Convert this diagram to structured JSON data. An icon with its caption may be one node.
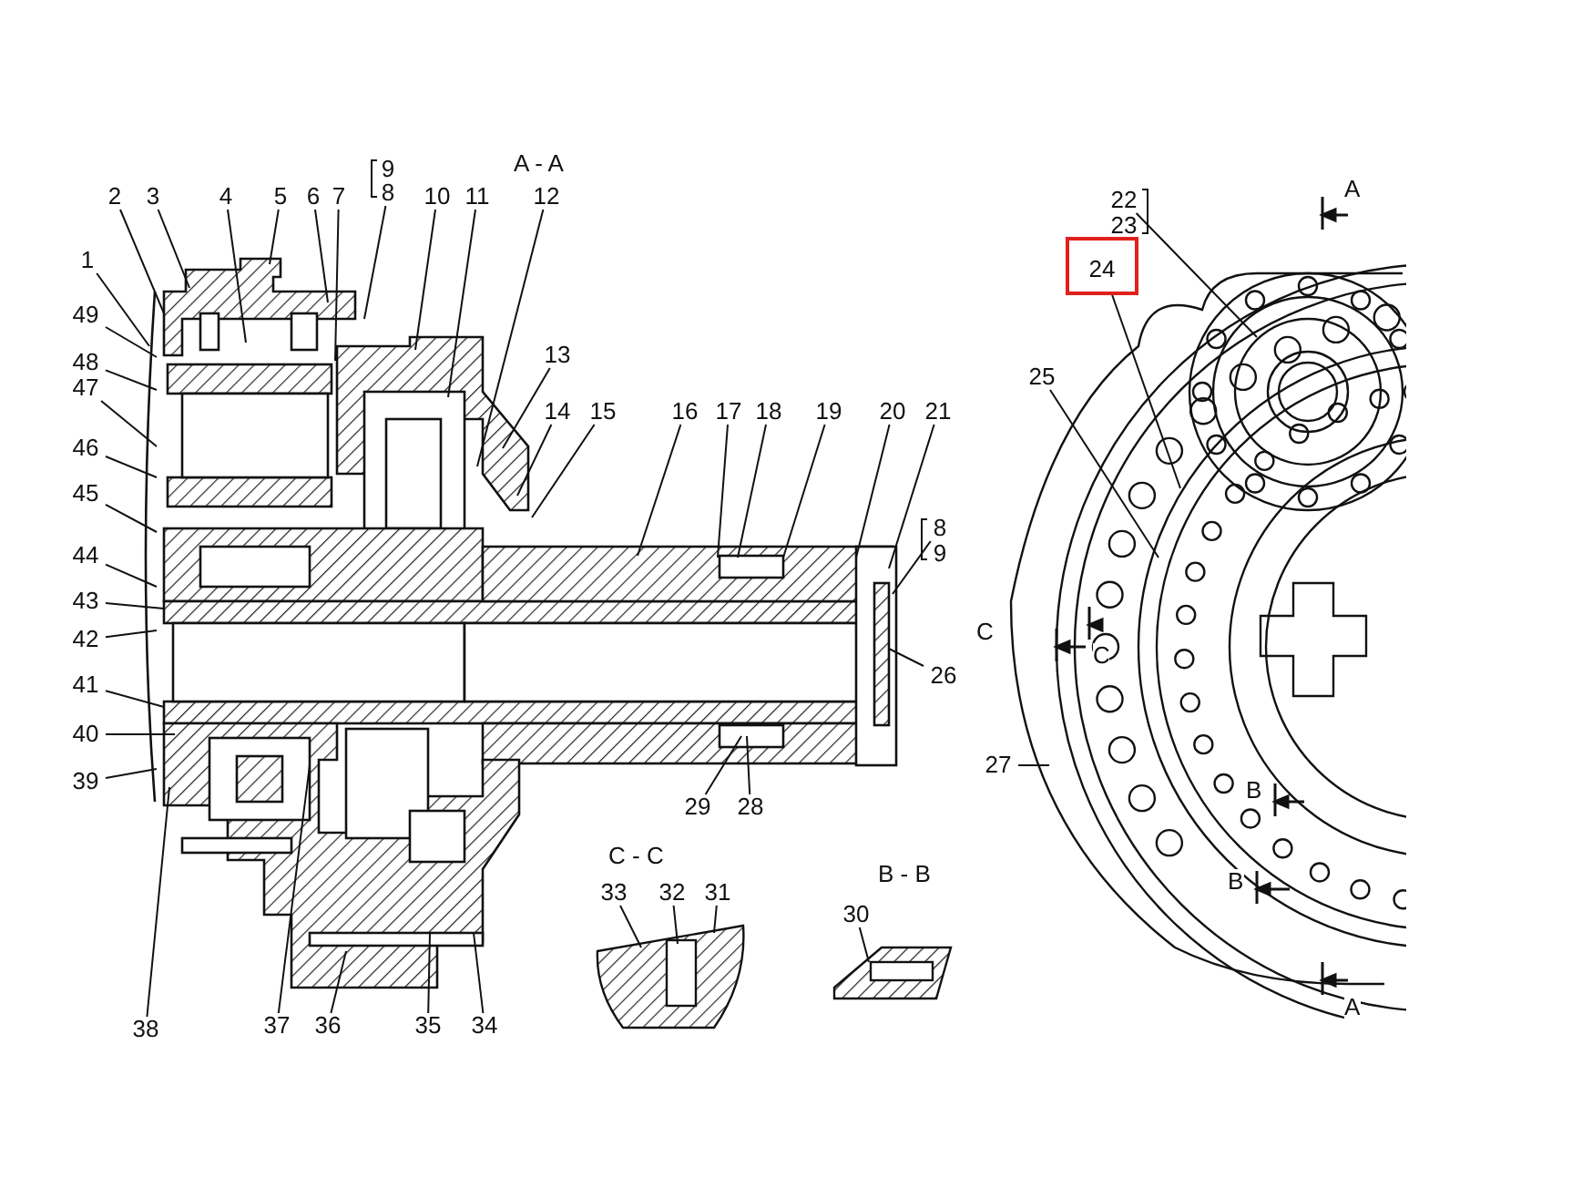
{
  "diagram": {
    "nodes": [
      {
        "text": [
          "1"
        ]
      },
      {
        "text": [
          "2"
        ]
      },
      {
        "text": [
          "3"
        ]
      },
      {
        "text": [
          "4"
        ]
      },
      {
        "text": [
          "5"
        ]
      },
      {
        "text": [
          "6"
        ]
      },
      {
        "text": [
          "7"
        ]
      },
      {
        "text": [
          "9"
        ]
      },
      {
        "text": [
          "8"
        ]
      },
      {
        "text": [
          "10"
        ]
      },
      {
        "text": [
          "11"
        ]
      },
      {
        "text": [
          "12"
        ]
      },
      {
        "text": [
          "13"
        ]
      },
      {
        "text": [
          "14"
        ]
      },
      {
        "text": [
          "15"
        ]
      },
      {
        "text": [
          "16"
        ]
      },
      {
        "text": [
          "17"
        ]
      },
      {
        "text": [
          "18"
        ]
      },
      {
        "text": [
          "19"
        ]
      },
      {
        "text": [
          "20"
        ]
      },
      {
        "text": [
          "21"
        ]
      },
      {
        "text": [
          "8"
        ]
      },
      {
        "text": [
          "9"
        ]
      },
      {
        "text": [
          "26"
        ]
      },
      {
        "text": [
          "22"
        ]
      },
      {
        "text": [
          "23"
        ]
      },
      {
        "text": [
          "24"
        ]
      },
      {
        "text": [
          "25"
        ]
      },
      {
        "text": [
          "27"
        ]
      },
      {
        "text": [
          "29"
        ]
      },
      {
        "text": [
          "28"
        ]
      },
      {
        "text": [
          "33"
        ]
      },
      {
        "text": [
          "32"
        ]
      },
      {
        "text": [
          "31"
        ]
      },
      {
        "text": [
          "30"
        ]
      },
      {
        "text": [
          "38"
        ]
      },
      {
        "text": [
          "37"
        ]
      },
      {
        "text": [
          "36"
        ]
      },
      {
        "text": [
          "35"
        ]
      },
      {
        "text": [
          "34"
        ]
      },
      {
        "text": [
          "49"
        ]
      },
      {
        "text": [
          "48"
        ]
      },
      {
        "text": [
          "47"
        ]
      },
      {
        "text": [
          "46"
        ]
      },
      {
        "text": [
          "45"
        ]
      },
      {
        "text": [
          "44"
        ]
      },
      {
        "text": [
          "43"
        ]
      },
      {
        "text": [
          "42"
        ]
      },
      {
        "text": [
          "41"
        ]
      },
      {
        "text": [
          "40"
        ]
      },
      {
        "text": [
          "39"
        ]
      }
    ],
    "edges": [
      {
        "from": 0,
        "to": null,
        "arrow": "none"
      },
      {
        "from": 1,
        "to": null,
        "arrow": "none"
      },
      {
        "from": 2,
        "to": null,
        "arrow": "none"
      },
      {
        "from": 3,
        "to": null,
        "arrow": "none"
      },
      {
        "from": 4,
        "to": null,
        "arrow": "none"
      },
      {
        "from": 5,
        "to": null,
        "arrow": "none"
      },
      {
        "from": 6,
        "to": null,
        "arrow": "none"
      },
      {
        "from": 8,
        "to": null,
        "arrow": "none"
      },
      {
        "from": 9,
        "to": null,
        "arrow": "none"
      },
      {
        "from": 10,
        "to": null,
        "arrow": "none"
      },
      {
        "from": 11,
        "to": null,
        "arrow": "none"
      },
      {
        "from": 12,
        "to": null,
        "arrow": "none"
      },
      {
        "from": 13,
        "to": null,
        "arrow": "none"
      },
      {
        "from": 14,
        "to": null,
        "arrow": "none"
      },
      {
        "from": 15,
        "to": null,
        "arrow": "none"
      },
      {
        "from": 16,
        "to": null,
        "arrow": "none"
      },
      {
        "from": 17,
        "to": null,
        "arrow": "none"
      },
      {
        "from": 18,
        "to": null,
        "arrow": "none"
      },
      {
        "from": 19,
        "to": null,
        "arrow": "none"
      },
      {
        "from": 20,
        "to": null,
        "arrow": "none"
      },
      {
        "from": 21,
        "to": null,
        "arrow": "none"
      },
      {
        "from": 23,
        "to": null,
        "arrow": "none"
      },
      {
        "from": 24,
        "to": null,
        "arrow": "none"
      },
      {
        "from": 26,
        "to": null,
        "arrow": "none"
      },
      {
        "from": 27,
        "to": null,
        "arrow": "none"
      },
      {
        "from": 28,
        "to": null,
        "arrow": "none"
      },
      {
        "from": 29,
        "to": null,
        "arrow": "none"
      },
      {
        "from": 30,
        "to": null,
        "arrow": "none"
      },
      {
        "from": 31,
        "to": null,
        "arrow": "none"
      },
      {
        "from": 32,
        "to": null,
        "arrow": "none"
      },
      {
        "from": 33,
        "to": null,
        "arrow": "none"
      },
      {
        "from": 34,
        "to": null,
        "arrow": "none"
      },
      {
        "from": 35,
        "to": null,
        "arrow": "none"
      },
      {
        "from": 36,
        "to": null,
        "arrow": "none"
      },
      {
        "from": 37,
        "to": null,
        "arrow": "none"
      },
      {
        "from": 38,
        "to": null,
        "arrow": "none"
      },
      {
        "from": 39,
        "to": null,
        "arrow": "none"
      },
      {
        "from": 40,
        "to": null,
        "arrow": "none"
      },
      {
        "from": 41,
        "to": null,
        "arrow": "none"
      },
      {
        "from": 42,
        "to": null,
        "arrow": "none"
      },
      {
        "from": 43,
        "to": null,
        "arrow": "none"
      },
      {
        "from": 44,
        "to": null,
        "arrow": "none"
      },
      {
        "from": 45,
        "to": null,
        "arrow": "none"
      },
      {
        "from": 46,
        "to": null,
        "arrow": "none"
      },
      {
        "from": 47,
        "to": null,
        "arrow": "none"
      },
      {
        "from": 48,
        "to": null,
        "arrow": "none"
      },
      {
        "from": 49,
        "to": null,
        "arrow": "none"
      },
      {
        "from": 50,
        "to": null,
        "arrow": "none"
      }
    ],
    "labels": [
      "A - A",
      "A",
      "C",
      "C",
      "B",
      "B",
      "C - C",
      "B - B",
      "A"
    ]
  }
}
